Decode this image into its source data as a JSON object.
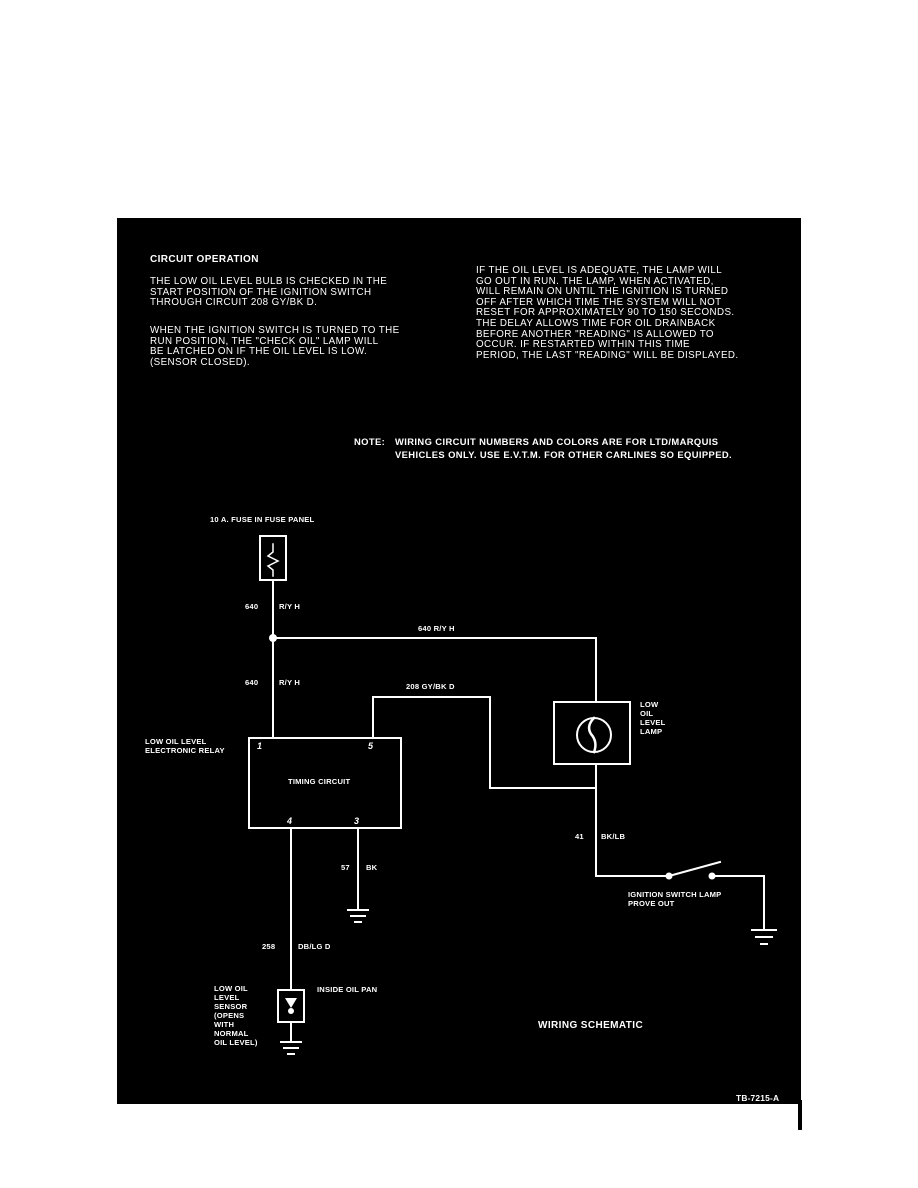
{
  "header": {
    "circuit_operation_title": "CIRCUIT OPERATION"
  },
  "paragraphs": {
    "p1": "THE LOW OIL LEVEL BULB IS CHECKED IN THE\nSTART POSITION OF THE IGNITION SWITCH\nTHROUGH CIRCUIT 208 GY/BK D.",
    "p2": "WHEN THE IGNITION SWITCH IS TURNED TO THE\nRUN POSITION, THE \"CHECK OIL\" LAMP WILL\nBE LATCHED ON IF THE OIL LEVEL IS LOW.\n(SENSOR CLOSED).",
    "p3": "IF THE OIL LEVEL IS ADEQUATE, THE LAMP WILL\nGO OUT IN RUN. THE LAMP, WHEN ACTIVATED,\nWILL REMAIN ON UNTIL THE IGNITION IS TURNED\nOFF AFTER WHICH TIME THE SYSTEM WILL NOT\nRESET FOR APPROXIMATELY 90 TO 150 SECONDS.\nTHE DELAY ALLOWS TIME FOR OIL DRAINBACK\nBEFORE ANOTHER \"READING\" IS ALLOWED TO\nOCCUR. IF RESTARTED WITHIN THIS TIME\nPERIOD, THE LAST \"READING\" WILL BE DISPLAYED."
  },
  "note": {
    "label": "NOTE:",
    "line1": "WIRING CIRCUIT NUMBERS AND COLORS ARE FOR LTD/MARQUIS",
    "line2": "VEHICLES ONLY. USE E.V.T.M. FOR OTHER CARLINES SO EQUIPPED."
  },
  "components": {
    "fuse": "10 A. FUSE IN FUSE PANEL",
    "relay": "LOW OIL LEVEL\nELECTRONIC RELAY",
    "timing": "TIMING CIRCUIT",
    "lamp": "LOW\nOIL\nLEVEL\nLAMP",
    "switch": "IGNITION SWITCH LAMP\nPROVE OUT",
    "sensor": "LOW OIL\nLEVEL\nSENSOR\n(OPENS\nWITH\nNORMAL\nOIL LEVEL)",
    "oil_pan": "INSIDE OIL PAN"
  },
  "pins": {
    "p1": "1",
    "p5": "5",
    "p4": "4",
    "p3": "3"
  },
  "wires": {
    "w640a_num": "640",
    "w640a_color": "R/Y H",
    "w640_top": "640 R/Y H",
    "w640b_num": "640",
    "w640b_color": "R/Y H",
    "w208": "208 GY/BK D",
    "w41_num": "41",
    "w41_color": "BK/LB",
    "w57_num": "57",
    "w57_color": "BK",
    "w258_num": "258",
    "w258_color": "DB/LG D"
  },
  "footer": {
    "caption": "WIRING SCHEMATIC",
    "ref": "TB-7215-A"
  },
  "colors": {
    "background": "#000000",
    "ink": "#ffffff"
  }
}
